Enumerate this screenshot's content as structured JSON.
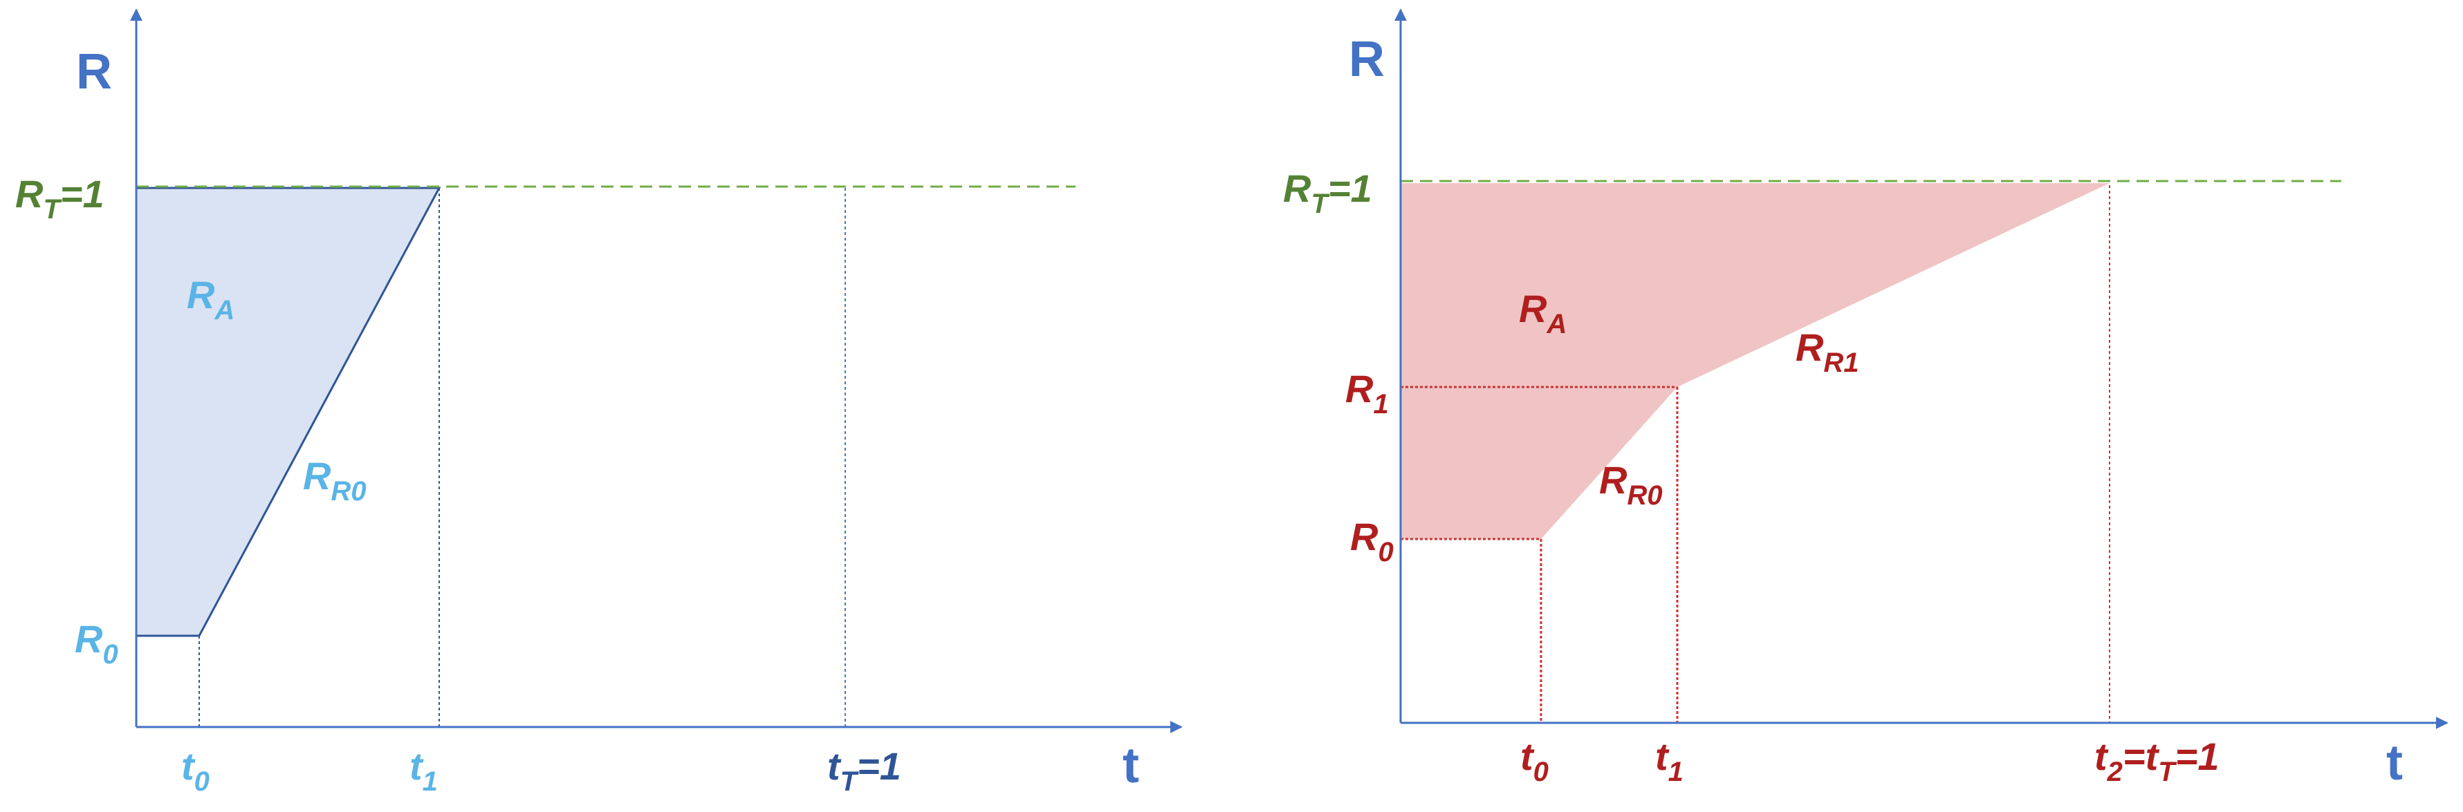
{
  "colors": {
    "axis": "#4472c4",
    "axis_label": "#4472c4",
    "target": "#70ad47",
    "target_text": "#548235",
    "left_fill": "#dae3f3",
    "left_edge": "#2f5597",
    "left_text": "#5ab4e6",
    "right_fill": "#f0c4c4",
    "right_text": "#b01e1e",
    "right_guide": "#d03030"
  },
  "left_diagram": {
    "y_axis_label": "R",
    "x_axis_label": "t",
    "target_label": {
      "main": "R",
      "sub": "T",
      "suffix": "=1"
    },
    "r0_label": {
      "main": "R",
      "sub": "0"
    },
    "ra_label": {
      "main": "R",
      "sub": "A"
    },
    "rr0_label": {
      "main": "R",
      "sub": "R0"
    },
    "t0_label": {
      "main": "t",
      "sub": "0"
    },
    "t1_label": {
      "main": "t",
      "sub": "1"
    },
    "tt_label": {
      "main": "t",
      "sub": "T",
      "suffix": "=1"
    }
  },
  "right_diagram": {
    "y_axis_label": "R",
    "x_axis_label": "t",
    "target_label": {
      "main": "R",
      "sub": "T",
      "suffix": "=1"
    },
    "r1_label": {
      "main": "R",
      "sub": "1"
    },
    "r0_label": {
      "main": "R",
      "sub": "0"
    },
    "ra_label": {
      "main": "R",
      "sub": "A"
    },
    "rr1_label": {
      "main": "R",
      "sub": "R1"
    },
    "rr0_label": {
      "main": "R",
      "sub": "R0"
    },
    "t0_label": {
      "main": "t",
      "sub": "0"
    },
    "t1_label": {
      "main": "t",
      "sub": "1"
    },
    "t2_label": {
      "main": "t",
      "sub": "2",
      "mid": "=t",
      "sub2": "T",
      "suffix": "=1"
    }
  }
}
